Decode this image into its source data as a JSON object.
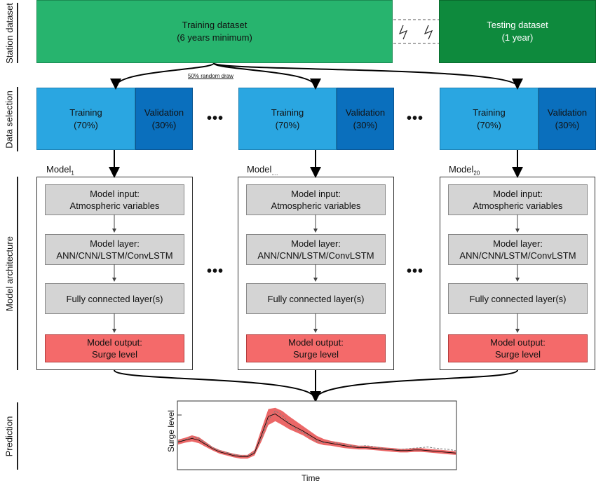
{
  "row_labels": {
    "station": "Station dataset",
    "selection": "Data selection",
    "architecture": "Model architecture",
    "prediction": "Prediction"
  },
  "station": {
    "training_title": "Training dataset",
    "training_sub": "(6 years minimum)",
    "testing_title": "Testing dataset",
    "testing_sub": "(1 year)"
  },
  "draw_label": "50% random draw",
  "selection": {
    "training": "Training",
    "training_pct": "(70%)",
    "validation": "Validation",
    "validation_pct": "(30%)"
  },
  "ellipsis": "•••",
  "models": [
    {
      "name": "Model",
      "sub": "1"
    },
    {
      "name": "Model",
      "sub": "...."
    },
    {
      "name": "Model",
      "sub": "20"
    }
  ],
  "arch": {
    "input_title": "Model input:",
    "input_sub": "Atmospheric variables",
    "layer_title": "Model layer:",
    "layer_sub": "ANN/CNN/LSTM/ConvLSTM",
    "fc": "Fully connected layer(s)",
    "output_title": "Model output:",
    "output_sub": "Surge level"
  },
  "chart_data": {
    "type": "line",
    "xlabel": "Time",
    "ylabel": "Surge level",
    "x": [
      0,
      1,
      2,
      3,
      4,
      5,
      6,
      7,
      8,
      9,
      10,
      11,
      12,
      13,
      14,
      15,
      16,
      17,
      18,
      19,
      20,
      21,
      22,
      23,
      24,
      25,
      26,
      27,
      28,
      29,
      30,
      31,
      32,
      33,
      34,
      35,
      36,
      37,
      38,
      39,
      40
    ],
    "series": [
      {
        "role": "observed",
        "color": "#7f7f7f",
        "values": [
          0.45,
          0.48,
          0.52,
          0.5,
          0.42,
          0.35,
          0.3,
          0.27,
          0.24,
          0.22,
          0.22,
          0.28,
          0.5,
          0.8,
          0.95,
          0.88,
          0.75,
          0.65,
          0.6,
          0.52,
          0.45,
          0.43,
          0.44,
          0.42,
          0.4,
          0.38,
          0.37,
          0.38,
          0.37,
          0.35,
          0.33,
          0.32,
          0.32,
          0.33,
          0.34,
          0.35,
          0.36,
          0.34,
          0.33,
          0.32,
          0.3
        ]
      },
      {
        "role": "ensemble-mean",
        "color": "#000000",
        "values": [
          0.44,
          0.47,
          0.5,
          0.47,
          0.4,
          0.33,
          0.28,
          0.25,
          0.22,
          0.2,
          0.2,
          0.26,
          0.55,
          0.86,
          0.9,
          0.82,
          0.74,
          0.68,
          0.62,
          0.55,
          0.48,
          0.44,
          0.42,
          0.4,
          0.38,
          0.36,
          0.35,
          0.35,
          0.34,
          0.33,
          0.32,
          0.31,
          0.3,
          0.3,
          0.31,
          0.31,
          0.3,
          0.29,
          0.28,
          0.27,
          0.26
        ]
      },
      {
        "role": "ensemble-lower",
        "color": "#e84c4c",
        "values": [
          0.4,
          0.43,
          0.45,
          0.42,
          0.36,
          0.3,
          0.25,
          0.22,
          0.19,
          0.17,
          0.17,
          0.22,
          0.45,
          0.72,
          0.78,
          0.72,
          0.65,
          0.6,
          0.55,
          0.48,
          0.42,
          0.39,
          0.38,
          0.36,
          0.34,
          0.33,
          0.32,
          0.32,
          0.31,
          0.3,
          0.29,
          0.28,
          0.27,
          0.27,
          0.28,
          0.28,
          0.27,
          0.26,
          0.25,
          0.24,
          0.23
        ]
      },
      {
        "role": "ensemble-upper",
        "color": "#e84c4c",
        "values": [
          0.48,
          0.51,
          0.55,
          0.52,
          0.44,
          0.36,
          0.31,
          0.28,
          0.25,
          0.23,
          0.23,
          0.31,
          0.65,
          0.98,
          1.0,
          0.95,
          0.86,
          0.78,
          0.7,
          0.62,
          0.54,
          0.49,
          0.46,
          0.44,
          0.42,
          0.4,
          0.38,
          0.38,
          0.37,
          0.36,
          0.35,
          0.34,
          0.33,
          0.33,
          0.34,
          0.34,
          0.33,
          0.32,
          0.31,
          0.3,
          0.29
        ]
      }
    ],
    "ylim": [
      0,
      1.1
    ],
    "grid": false
  }
}
